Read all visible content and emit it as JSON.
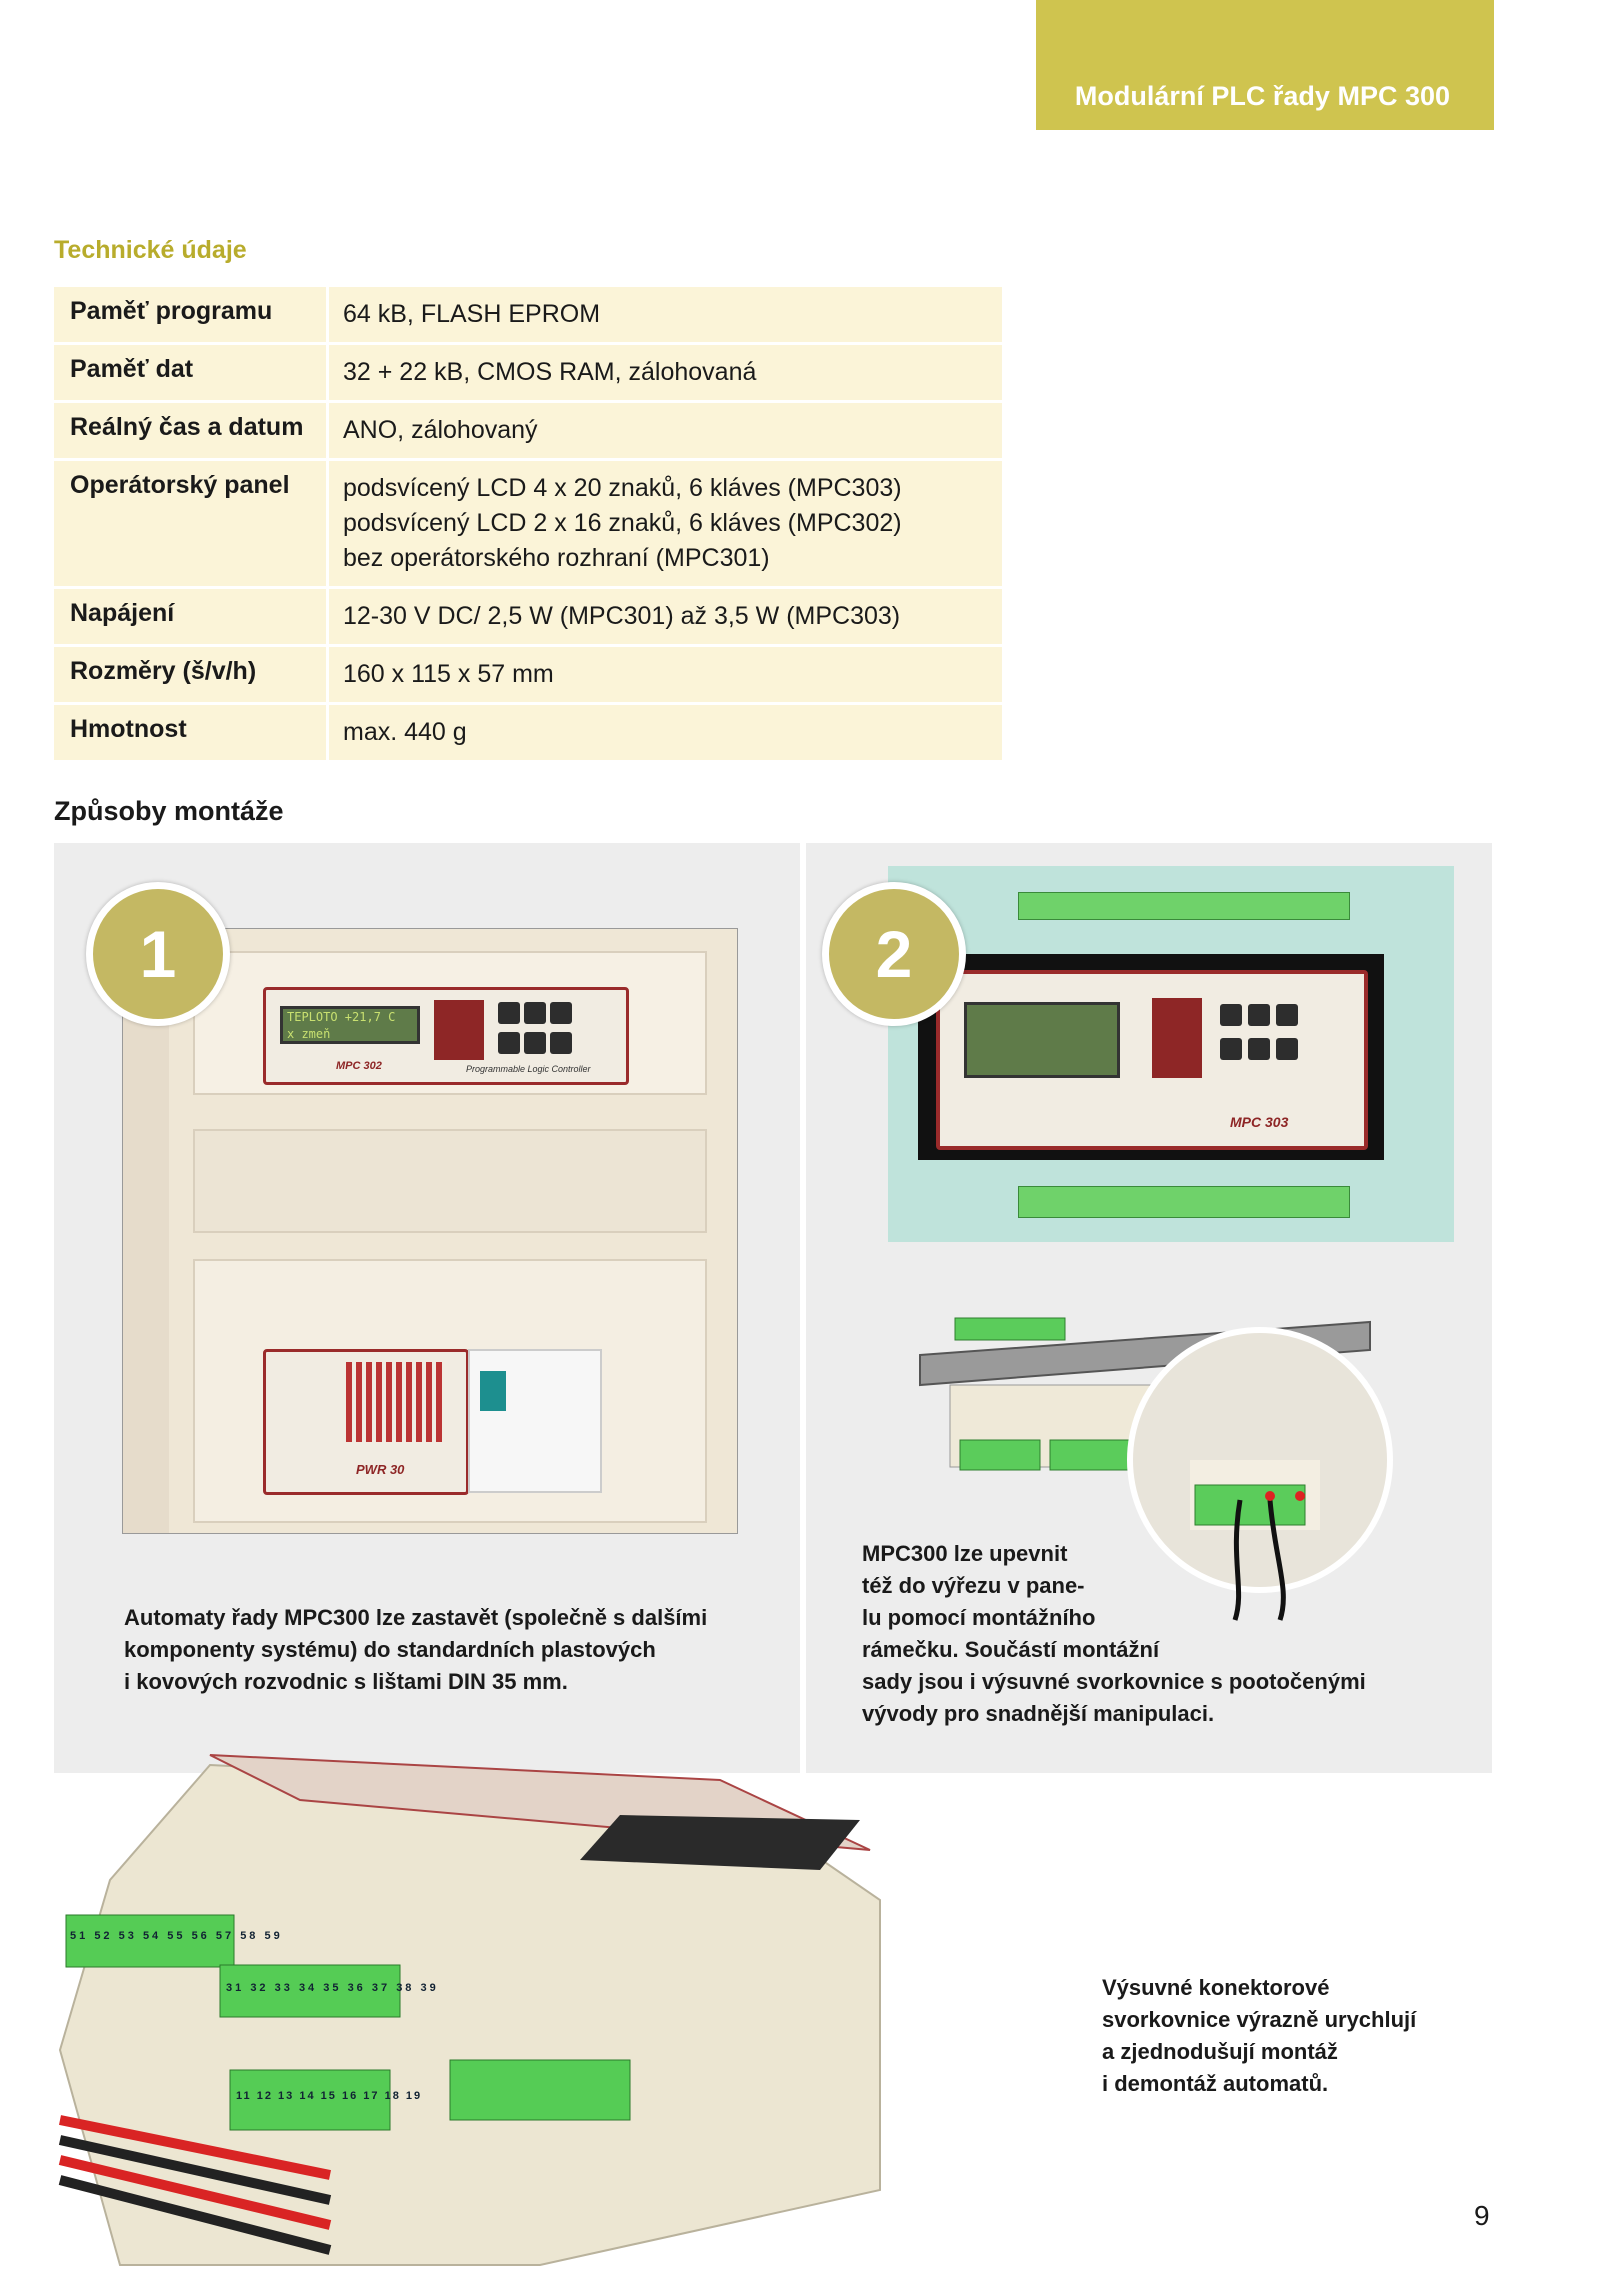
{
  "header": {
    "title": "Modulární PLC řady MPC 300"
  },
  "specs": {
    "title": "Technické údaje",
    "rows": [
      {
        "label": "Paměť programu",
        "lines": [
          "64 kB, FLASH EPROM"
        ]
      },
      {
        "label": "Paměť dat",
        "lines": [
          "32 + 22 kB, CMOS RAM, zálohovaná"
        ]
      },
      {
        "label": "Reálný čas a datum",
        "lines": [
          "ANO, zálohovaný"
        ]
      },
      {
        "label": "Operátorský panel",
        "lines": [
          "podsvícený LCD 4 x 20 znaků, 6 kláves (MPC303)",
          "podsvícený LCD 2 x 16 znaků, 6 kláves (MPC302)",
          "bez operátorského rozhraní (MPC301)"
        ]
      },
      {
        "label": "Napájení",
        "lines": [
          "12-30 V DC/ 2,5 W (MPC301) až 3,5 W (MPC303)"
        ]
      },
      {
        "label": "Rozměry (š/v/h)",
        "lines": [
          "160 x 115 x 57 mm"
        ]
      },
      {
        "label": "Hmotnost",
        "lines": [
          "max. 440 g"
        ]
      }
    ]
  },
  "mounting": {
    "title": "Způsoby montáže",
    "panel1": {
      "badge": "1",
      "photo_labels": {
        "lcd1": "TEPLOTO +21,7 C",
        "lcd2": "x zmeň",
        "model": "MPC 302",
        "tagline": "Programmable Logic Controller",
        "psu": "PWR 30"
      },
      "caption": [
        "Automaty řady MPC300 lze zastavět (společně s dalšími",
        "komponenty systému) do standardních plastových",
        "i kovových rozvodnic s lištami DIN 35 mm."
      ]
    },
    "panel2": {
      "badge": "2",
      "photo_labels": {
        "model": "MPC 303"
      },
      "caption": [
        "MPC300 lze upevnit",
        "též do výřezu v pane-",
        "lu pomocí montážního",
        "rámečku. Součástí montážní",
        "sady jsou i výsuvné svorkovnice s pootočenými",
        "vývody pro snadnější manipulaci."
      ]
    }
  },
  "bottom": {
    "caption": [
      "Výsuvné konektorové",
      "svorkovnice výrazně urychlují",
      "a zjednodušují montáž",
      "i demontáž automatů."
    ],
    "terminal_rows": [
      [
        "51",
        "52",
        "53",
        "54",
        "55",
        "56",
        "57",
        "58",
        "59"
      ],
      [
        "31",
        "32",
        "33",
        "34",
        "35",
        "36",
        "37",
        "38",
        "39"
      ],
      [
        "11",
        "12",
        "13",
        "14",
        "15",
        "16",
        "17",
        "18",
        "19"
      ]
    ]
  },
  "page_number": "9",
  "colors": {
    "accent": "#cfc44f",
    "accent_text": "#b8ac2c",
    "table_bg": "#fbf4d8",
    "badge": "#c4b863",
    "terminal_green": "#6fd26a"
  }
}
